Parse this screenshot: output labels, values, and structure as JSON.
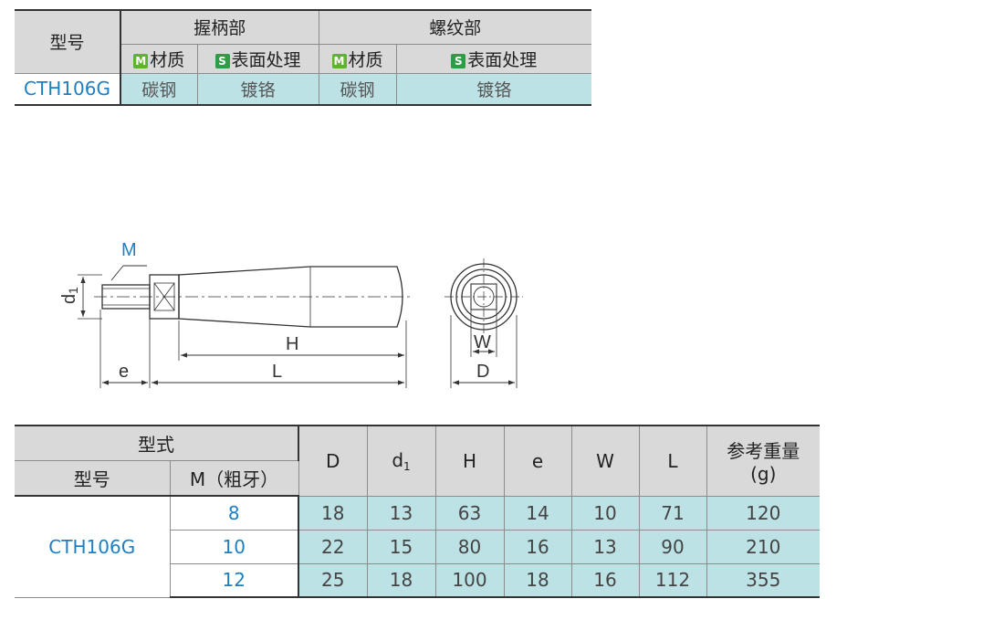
{
  "material_table": {
    "model_header": "型号",
    "grip_header": "握柄部",
    "thread_header": "螺纹部",
    "material_label": "材质",
    "surface_label": "表面处理",
    "material_badge": "M",
    "surface_badge": "S",
    "model": "CTH106G",
    "grip_material": "碳钢",
    "grip_surface": "镀铬",
    "thread_material": "碳钢",
    "thread_surface": "镀铬"
  },
  "drawing": {
    "labels": {
      "M": "M",
      "d1_base": "d",
      "d1_sub": "1",
      "H": "H",
      "L": "L",
      "e": "e",
      "W": "W",
      "D": "D"
    }
  },
  "dimension_table": {
    "headers": {
      "type": "型式",
      "model": "型号",
      "m": "M（粗牙）",
      "D": "D",
      "d1_base": "d",
      "d1_sub": "1",
      "H": "H",
      "e": "e",
      "W": "W",
      "L": "L",
      "weight": "参考重量",
      "weight_unit": "(g)"
    },
    "model": "CTH106G",
    "rows": [
      {
        "M": "8",
        "D": "18",
        "d1": "13",
        "H": "63",
        "e": "14",
        "W": "10",
        "L": "71",
        "weight": "120"
      },
      {
        "M": "10",
        "D": "22",
        "d1": "15",
        "H": "80",
        "e": "16",
        "W": "13",
        "L": "90",
        "weight": "210"
      },
      {
        "M": "12",
        "D": "25",
        "d1": "18",
        "H": "100",
        "e": "18",
        "W": "16",
        "L": "112",
        "weight": "355"
      }
    ]
  },
  "colors": {
    "header_bg": "#d9d9d9",
    "value_bg": "#bde2e6",
    "model_text": "#1d7fc3",
    "material_badge": "#5cb531",
    "surface_badge": "#2f9c47"
  }
}
